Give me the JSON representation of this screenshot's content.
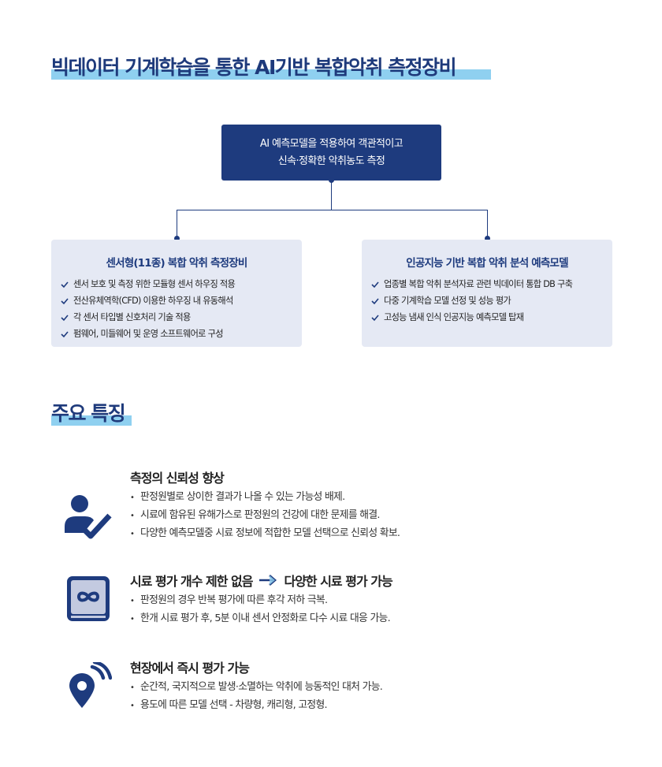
{
  "main_title": "빅데이터 기계학습을 통한 AI기반 복합악취 측정장비",
  "top_box": {
    "line1": "AI 예측모델을 적용하여 객관적이고",
    "line2": "신속·정확한 악취농도 측정"
  },
  "left_card": {
    "title": "센서형(11종) 복합 악취 측정장비",
    "items": [
      "센서 보호 및 측정 위한 모듈형 센서 하우징 적용",
      "전산유체역학(CFD) 이용한 하우징 내 유동해석",
      "각 센서 타입별 신호처리 기술 적용",
      "펌웨어, 미들웨어 및 운영 소프트웨어로 구성"
    ]
  },
  "right_card": {
    "title": "인공지능 기반 복합 악취 분석 예측모델",
    "items": [
      "업종별 복합 악취 분석자료 관련 빅데이터 통합 DB 구축",
      "다중 기계학습 모델 선정 및 성능 평가",
      "고성능 냄새 인식 인공지능 예측모델 탑재"
    ]
  },
  "features_title": "주요 특징",
  "features": [
    {
      "title": "측정의 신뢰성 향상",
      "items": [
        "판정원별로 상이한 결과가 나올 수 있는 가능성 배제.",
        "시료에 함유된 유해가스로 판정원의 건강에 대한 문제를 해결.",
        "다양한 예측모델중 시료 정보에 적합한 모델 선택으로 신뢰성 확보."
      ]
    },
    {
      "title_a": "시료 평가 개수 제한 없음",
      "title_b": "다양한 시료 평가 가능",
      "items": [
        "판정원의 경우 반복 평가에 따른 후각 저하 극복.",
        "한개 시료 평가 후, 5분 이내 센서 안정화로 다수 시료 대응 가능."
      ]
    },
    {
      "title": "현장에서 즉시 평가 가능",
      "items": [
        "순간적, 국지적으로 발생·소멸하는 악취에 능동적인 대처 가능.",
        "용도에 따른 모델 선택 - 차량형, 캐리형, 고정형."
      ]
    }
  ],
  "colors": {
    "navy": "#1e3b7e",
    "highlight": "#8fd0f0",
    "card_bg": "#e5e9f4"
  }
}
